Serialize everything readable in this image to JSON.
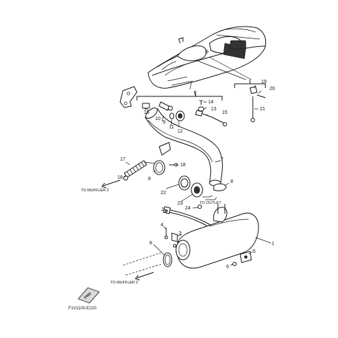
{
  "diagram": {
    "part_numbers": {
      "p1": "1",
      "p2": "2",
      "p3": "3",
      "p4": "4",
      "p5": "5",
      "p6": "6",
      "p7": "7",
      "p8a": "8",
      "p8b": "8",
      "p8c": "8",
      "p9": "9",
      "p10": "10",
      "p11": "11",
      "p12": "12",
      "p13": "13",
      "p14": "14",
      "p15": "15",
      "p16": "16",
      "p17": "17",
      "p18a": "18",
      "p18b": "18",
      "p19": "19",
      "p20": "20",
      "p21": "21",
      "p22": "22",
      "p23": "23",
      "p24": "24"
    },
    "labels": {
      "to_muffler_2_upper": "TO MUFFLER 2",
      "to_outlet": "TO OUTLET",
      "to_muffler_2_lower": "TO MUFFLER 2",
      "fwd": "FWD"
    },
    "figure_code": "F1V1100-E220"
  }
}
